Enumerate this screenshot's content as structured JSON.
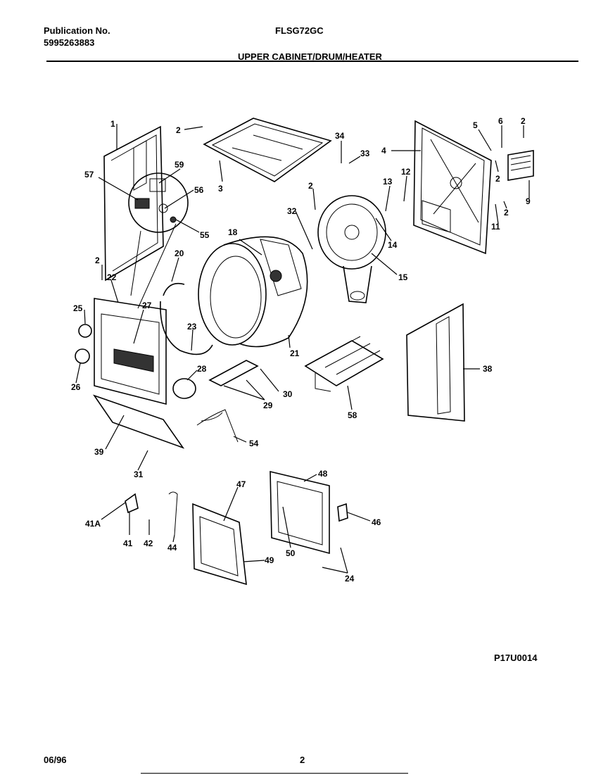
{
  "header": {
    "pub_label": "Publication No.",
    "pub_number": "5995263883",
    "model": "FLSG72GC",
    "section_title": "UPPER CABINET/DRUM/HEATER"
  },
  "figure_code": "P17U0014",
  "footer": {
    "date": "06/96",
    "page": "2"
  },
  "callouts": [
    {
      "id": "c-1",
      "text": "1"
    },
    {
      "id": "c-2a",
      "text": "2"
    },
    {
      "id": "c-3",
      "text": "3"
    },
    {
      "id": "c-34",
      "text": "34"
    },
    {
      "id": "c-33",
      "text": "33"
    },
    {
      "id": "c-4",
      "text": "4"
    },
    {
      "id": "c-5",
      "text": "5"
    },
    {
      "id": "c-6",
      "text": "6"
    },
    {
      "id": "c-2b",
      "text": "2"
    },
    {
      "id": "c-57",
      "text": "57"
    },
    {
      "id": "c-59",
      "text": "59"
    },
    {
      "id": "c-56",
      "text": "56"
    },
    {
      "id": "c-55",
      "text": "55"
    },
    {
      "id": "c-2c",
      "text": "2"
    },
    {
      "id": "c-13",
      "text": "13"
    },
    {
      "id": "c-12",
      "text": "12"
    },
    {
      "id": "c-2d",
      "text": "2"
    },
    {
      "id": "c-9",
      "text": "9"
    },
    {
      "id": "c-2e",
      "text": "2"
    },
    {
      "id": "c-11",
      "text": "11"
    },
    {
      "id": "c-32",
      "text": "32"
    },
    {
      "id": "c-18",
      "text": "18"
    },
    {
      "id": "c-14",
      "text": "14"
    },
    {
      "id": "c-15",
      "text": "15"
    },
    {
      "id": "c-20",
      "text": "20"
    },
    {
      "id": "c-2f",
      "text": "2"
    },
    {
      "id": "c-22",
      "text": "22"
    },
    {
      "id": "c-25",
      "text": "25"
    },
    {
      "id": "c-27",
      "text": "27"
    },
    {
      "id": "c-23",
      "text": "23"
    },
    {
      "id": "c-21",
      "text": "21"
    },
    {
      "id": "c-38",
      "text": "38"
    },
    {
      "id": "c-26",
      "text": "26"
    },
    {
      "id": "c-28",
      "text": "28"
    },
    {
      "id": "c-30",
      "text": "30"
    },
    {
      "id": "c-29",
      "text": "29"
    },
    {
      "id": "c-58",
      "text": "58"
    },
    {
      "id": "c-39",
      "text": "39"
    },
    {
      "id": "c-54",
      "text": "54"
    },
    {
      "id": "c-31",
      "text": "31"
    },
    {
      "id": "c-48",
      "text": "48"
    },
    {
      "id": "c-47",
      "text": "47"
    },
    {
      "id": "c-41a",
      "text": "41A"
    },
    {
      "id": "c-46",
      "text": "46"
    },
    {
      "id": "c-41",
      "text": "41"
    },
    {
      "id": "c-42",
      "text": "42"
    },
    {
      "id": "c-44",
      "text": "44"
    },
    {
      "id": "c-50",
      "text": "50"
    },
    {
      "id": "c-49",
      "text": "49"
    },
    {
      "id": "c-24",
      "text": "24"
    }
  ]
}
